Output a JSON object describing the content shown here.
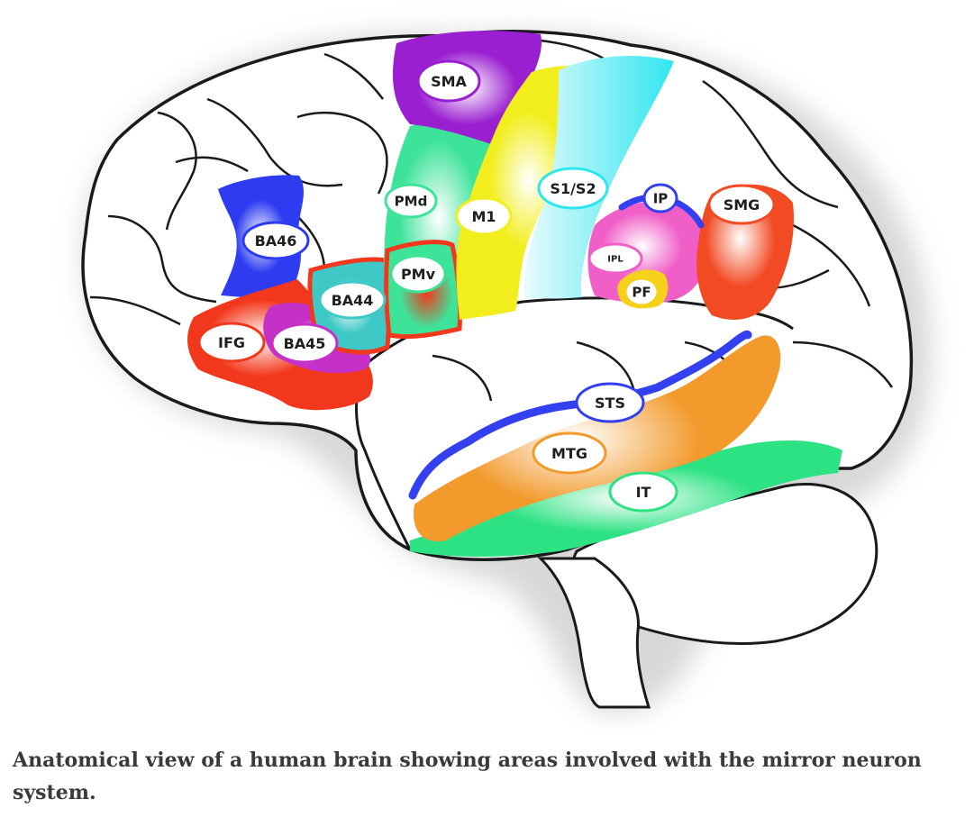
{
  "figure": {
    "labels": {
      "sma": "SMA",
      "pmd": "PMd",
      "m1": "M1",
      "s1s2": "S1/S2",
      "ip": "IP",
      "smg": "SMG",
      "ba46": "BA46",
      "pmv": "PMv",
      "ba44": "BA44",
      "ipl": "IPL",
      "pf": "PF",
      "ifg": "IFG",
      "ba45": "BA45",
      "sts": "STS",
      "mtg": "MTG",
      "it": "IT"
    },
    "colors": {
      "sma": "#9a1fd0",
      "premotor": "#3ee39a",
      "m1": "#f2ee1e",
      "s1": "#fbf7c6",
      "s2": "#2fe6f0",
      "parietal": "#f05fc8",
      "smg": "#f24a23",
      "ba46": "#2d3cf0",
      "ifg": "#f2381c",
      "ba45": "#c531c6",
      "ba44": "#3fc9c6",
      "sts": "#3340f0",
      "mtg": "#f29a2c",
      "it": "#2de283",
      "outline": "#1a1a1a"
    }
  },
  "caption": "Anatomical view of a human brain showing areas involved with the mirror neuron system."
}
